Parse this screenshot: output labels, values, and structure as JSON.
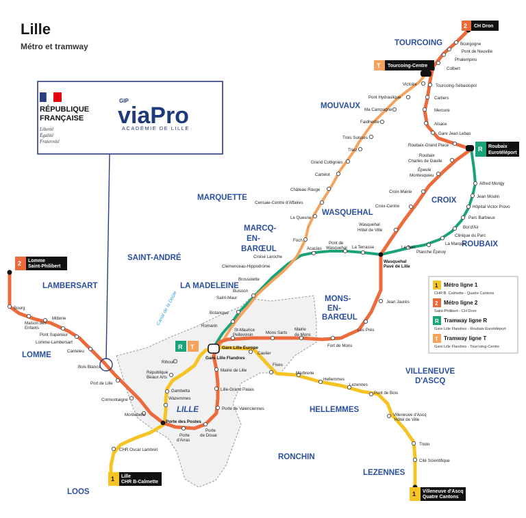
{
  "header": {
    "title": "Lille",
    "subtitle": "Métro et tramway"
  },
  "logo": {
    "rf_line1": "RÉPUBLIQUE",
    "rf_line2": "FRANÇAISE",
    "motto1": "Liberté",
    "motto2": "Égalité",
    "motto3": "Fraternité",
    "gip": "GIP",
    "viapro": "viaPro",
    "academie": "ACADÉMIE DE LILLE"
  },
  "colors": {
    "metro1": "#f6c324",
    "metro2": "#ec6b3c",
    "tramR": "#1aa37a",
    "tramT": "#f5a25d",
    "commune": "#2b4fa0",
    "inner": "#f1f1f1"
  },
  "communes": {
    "tourcoing": "TOURCOING",
    "mouvaux": "MOUVAUX",
    "marquette": "MARQUETTE",
    "wasquehal": "WASQUEHAL",
    "croix": "CROIX",
    "roubaix": "ROUBAIX",
    "marcq1": "MARCQ-",
    "marcq2": "EN-",
    "marcq3": "BARŒUL",
    "saint_andre": "SAINT-ANDRÉ",
    "la_madeleine": "LA MADELEINE",
    "lambersart": "LAMBERSART",
    "lomme": "LOMME",
    "mons1": "MONS-",
    "mons2": "EN-",
    "mons3": "BARŒUL",
    "lille": "LILLE",
    "hellemmes": "HELLEMMES",
    "villeneuve1": "VILLENEUVE",
    "villeneuve2": "D'ASCQ",
    "ronchin": "RONCHIN",
    "lezennes": "LEZENNES",
    "loos": "LOOS"
  },
  "canal": "Canal de la Deûle",
  "terminals": {
    "ch_dron": {
      "badge": "2",
      "label": "CH Dron"
    },
    "tourcoing_centre": {
      "badge": "T",
      "label": "Tourcoing-Centre"
    },
    "roubaix_euro": {
      "badge": "R",
      "label1": "Roubaix",
      "label2": "Eurotéléport"
    },
    "lomme_sp": {
      "badge": "2",
      "label1": "Lomme",
      "label2": "Saint-Philibert"
    },
    "chr": {
      "badge": "1",
      "label1": "Lille",
      "label2": "CHR B-Calmette"
    },
    "villeneuve_qc": {
      "badge": "1",
      "label1": "Villeneuve d'Ascq",
      "label2": "Quatre Cantons"
    }
  },
  "rt_badges": {
    "r": "R",
    "t": "T"
  },
  "legend": {
    "items": [
      {
        "badge": "1",
        "title": "Métro ligne 1",
        "sub": "CHR B. Calmette - Quatre Cantons"
      },
      {
        "badge": "2",
        "title": "Métro ligne 2",
        "sub": "Saint-Philibert - CH Dron"
      },
      {
        "badge": "R",
        "title": "Tramway ligne R",
        "sub": "Gare Lille Flandres - Roubaix Eurotéléport"
      },
      {
        "badge": "T",
        "title": "Tramway ligne T",
        "sub": "Gare Lille Flandres - Tourcoing-Centre"
      }
    ]
  },
  "stations": {
    "bourgogne": "Bourgogne",
    "pont_neuville": "Pont de Neuville",
    "phalempins": "Phalempins",
    "colbert": "Colbert",
    "tourcoing_sebastopol": "Tourcoing-Sébastopol",
    "carliers": "Carliers",
    "mercure": "Mercure",
    "alsace": "Alsace",
    "gare_jean_lebas": "Gare Jean Lebas",
    "roubaix_grand_place": "Roubaix-Grand Place",
    "roubaix_cdg1": "Roubaix",
    "roubaix_cdg2": "Charles de Gaulle",
    "epeule1": "Épeule",
    "epeule2": "Montesquieu",
    "croix_mairie": "Croix-Mairie",
    "croix_centre": "Croix-Centre",
    "wasquehal_hdv1": "Wasquehal",
    "wasquehal_hdv2": "Hôtel de Ville",
    "wasquehal_pave1": "Wasquehal",
    "wasquehal_pave2": "Pavé de Lille",
    "jean_jaures": "Jean Jaurès",
    "les_pres": "Les Prés",
    "fort_de_mons": "Fort de Mons",
    "mairie_mons1": "Mairie",
    "mairie_mons2": "de Mons",
    "mons_sarts": "Mons Sarts",
    "st_maurice1": "St-Maurice",
    "st_maurice2": "Pellevoisin",
    "caulier": "Caulier",
    "gare_lille_europe": "Gare Lille Europe",
    "gare_lille_flandres": "Gare Lille Flandres",
    "mairie_de_lille": "Mairie de Lille",
    "lille_grand_palais": "Lille-Grand Palais",
    "porte_valenciennes": "Porte de Valenciennes",
    "porte_douai1": "Porte",
    "porte_douai2": "de Douai",
    "porte_arras1": "Porte",
    "porte_arras2": "d'Arras",
    "porte_des_postes": "Porte des Postes",
    "montebello": "Montebello",
    "cormontaigne": "Cormontaigne",
    "port_de_lille": "Port de Lille",
    "bois_blancs": "Bois Blancs",
    "canteleu": "Canteleu",
    "lomme_lambersart": "Lomme-Lambersart",
    "pont_superieur": "Pont Supérieur",
    "mitterie": "Mitterie",
    "maison_enfants1": "Maison des",
    "maison_enfants2": "Enfants",
    "bourg": "Bourg",
    "rihour": "Rihour",
    "republique1": "République",
    "republique2": "Beaux Arts",
    "gambetta": "Gambetta",
    "wazemmes": "Wazemmes",
    "chr_oscar": "CHR Oscar Lambret",
    "fives": "Fives",
    "marbrerie": "Marbrerie",
    "hellemmes_st": "Hellemmes",
    "lezennes_st": "Lezennes",
    "pont_de_bois": "Pont de Bois",
    "vda_hdv1": "Villeneuve d'Ascq",
    "vda_hdv2": "Hôtel de Ville",
    "triolo": "Triolo",
    "cite_scientifique": "Cité Scientifique",
    "victoire": "Victoire",
    "pont_hydraulique": "Pont Hydraulique",
    "ma_campagne": "Ma Campagne",
    "faidherbe": "Faidherbe",
    "trois_suisses": "Trois Suisses",
    "triez": "Triez",
    "grand_cottignies": "Grand Cottignies",
    "cartelot": "Cartelot",
    "chateau_rouge": "Château Rouge",
    "cerisaie": "Cerisaie-Centre d'Affaires",
    "le_quesne": "Le Quesne",
    "foch": "Foch",
    "croise_laroche": "Croisé Laroche",
    "clemenceau": "Clemenceau-Hippodrome",
    "brossolette": "Brossolette",
    "buisson": "Buisson",
    "saint_maur": "Saint-Maur",
    "botanique": "Botanique",
    "romarin": "Romarin",
    "acacias": "Acacias",
    "pont_wasquehal1": "Pont de",
    "pont_wasquehal2": "Wasquehal",
    "la_terrasse": "La Terrasse",
    "le_sart": "Le Sart",
    "planche_epinoy": "Planche Épinoy",
    "la_marque": "La Marque",
    "clinique_parc": "Clinique du Parc",
    "bol_dair": "Bol d'Air",
    "parc_barbieux": "Parc Barbieux",
    "hopital_vp": "Hôpital Victor Provo",
    "jean_moulin": "Jean Moulin",
    "alfred_mongy": "Alfred Mongy"
  }
}
